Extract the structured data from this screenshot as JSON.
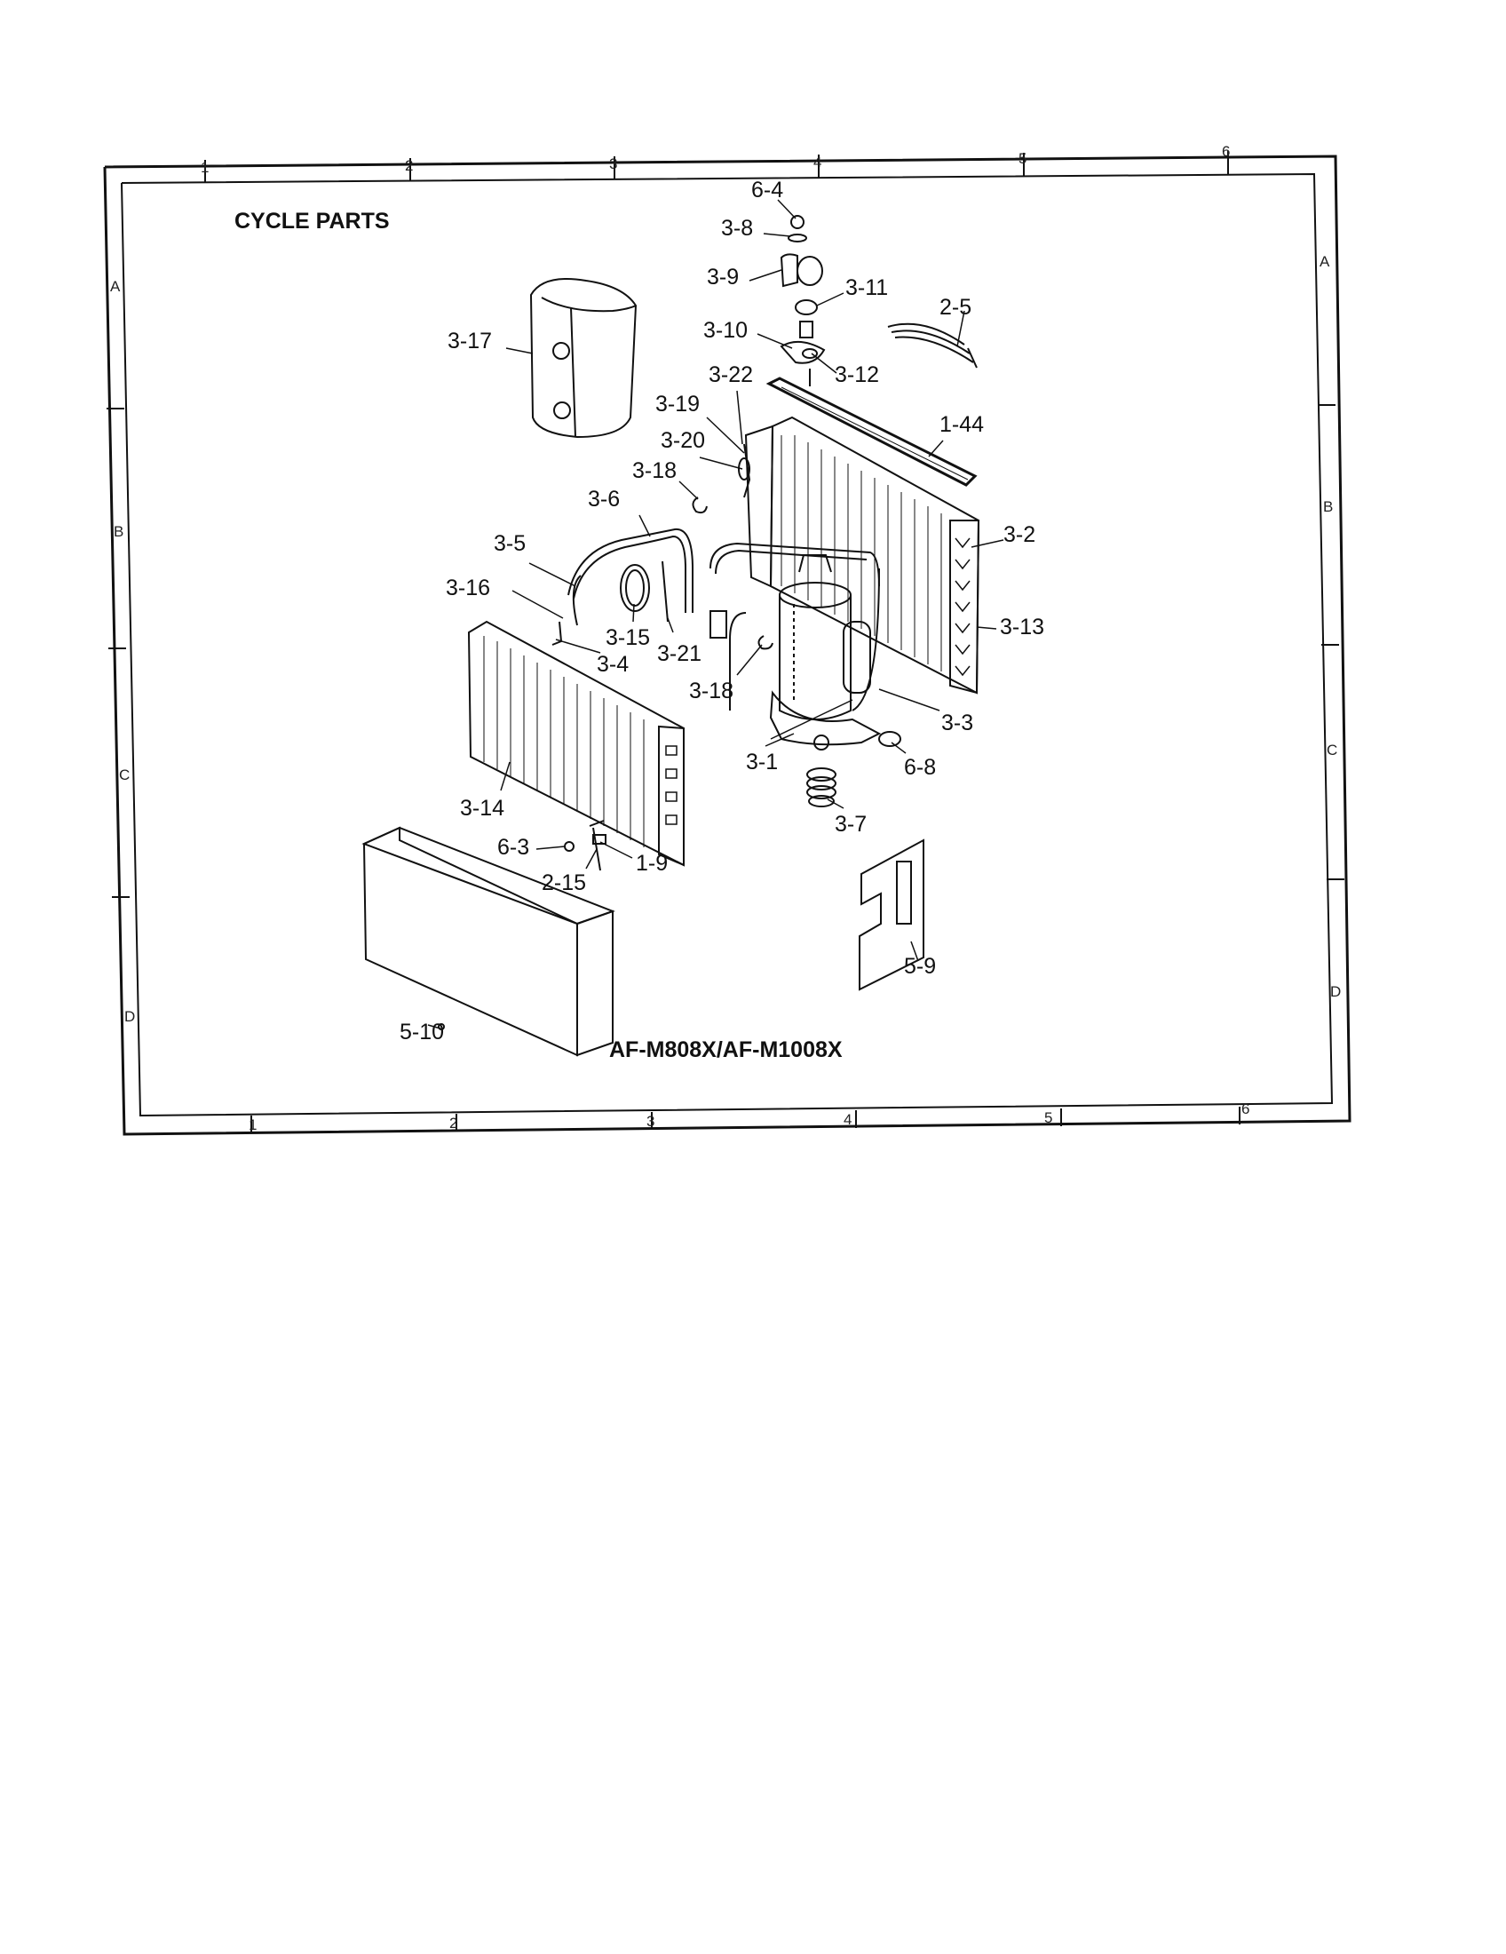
{
  "title": "CYCLE PARTS",
  "model": "AF-M808X/AF-M1008X",
  "grid": {
    "columns": [
      "1",
      "2",
      "3",
      "4",
      "5",
      "6"
    ],
    "rows": [
      "A",
      "B",
      "C",
      "D"
    ]
  },
  "parts": [
    "6-4",
    "3-8",
    "3-9",
    "3-11",
    "2-5",
    "3-10",
    "3-12",
    "3-17",
    "3-22",
    "3-19",
    "1-44",
    "3-20",
    "3-18",
    "3-6",
    "3-2",
    "3-5",
    "3-16",
    "3-15",
    "3-21",
    "3-13",
    "3-4",
    "3-18",
    "3-3",
    "3-1",
    "6-8",
    "3-14",
    "3-7",
    "6-3",
    "1-9",
    "2-15",
    "5-9",
    "5-10"
  ]
}
